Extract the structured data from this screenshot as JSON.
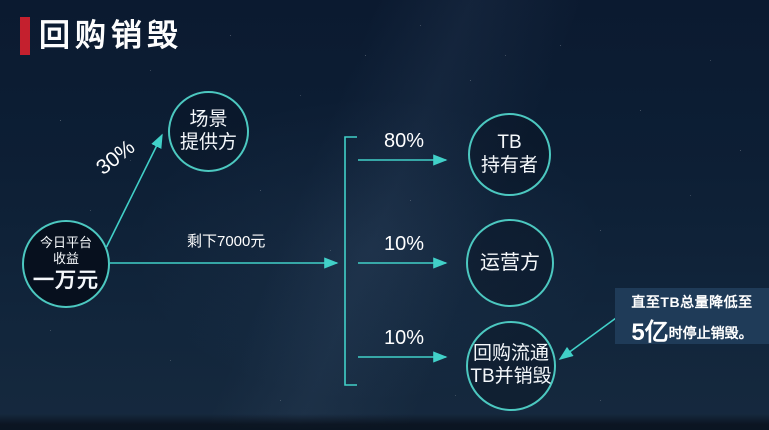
{
  "title": "回购销毁",
  "nodes": {
    "source": {
      "line1": "今日平台",
      "line2": "收益",
      "amount": "一万元"
    },
    "scene": {
      "line1": "场景",
      "line2": "提供方"
    },
    "tb_holder": {
      "line1": "TB",
      "line2": "持有者"
    },
    "operator": {
      "line1": "运营方"
    },
    "buyback": {
      "line1": "回购流通",
      "line2": "TB并销毁"
    }
  },
  "labels": {
    "scene_percent": "30%",
    "remainder": "剩下7000元",
    "branch1_percent": "80%",
    "branch2_percent": "10%",
    "branch3_percent": "10%"
  },
  "callout": {
    "line1": "直至TB总量降低至",
    "highlight": "5亿",
    "line2_rest": "时停止销毁。"
  },
  "colors": {
    "accent_red": "#c4202e",
    "line_teal": "#41d0c8",
    "background_navy": "#0d1f35",
    "callout_bg": "#1f3b58"
  }
}
